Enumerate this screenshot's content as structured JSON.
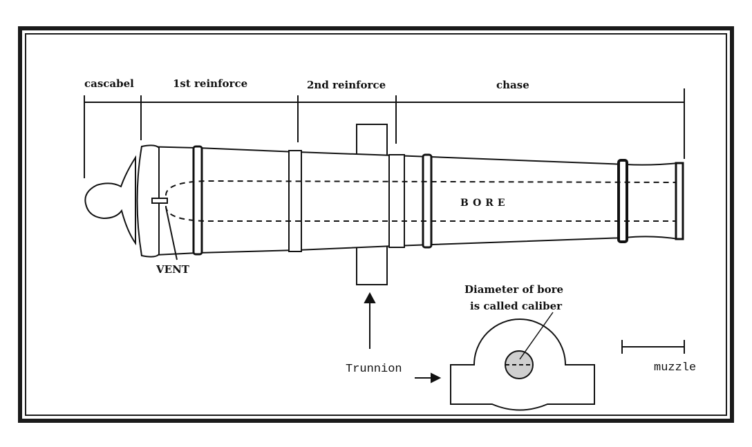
{
  "labels": {
    "cascabel": "cascabel",
    "first_reinforce": "1st  reinforce",
    "second_reinforce": "2nd reinforce",
    "chase": "chase",
    "vent": "VENT",
    "bore": "BORE",
    "caliber_line1": "Diameter of bore",
    "caliber_line2": "is called caliber",
    "trunnion": "Trunnion",
    "muzzle": "muzzle"
  },
  "colors": {
    "ink": "#111111",
    "bore_fill": "#cfcfcf"
  }
}
